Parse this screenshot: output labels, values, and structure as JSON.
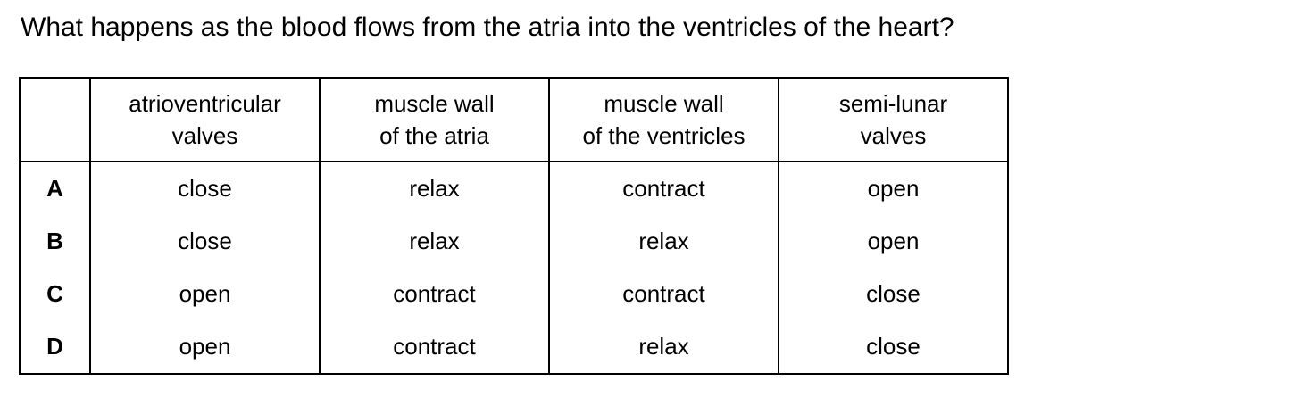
{
  "question": "What happens as the blood flows from the atria into the ventricles of the heart?",
  "table": {
    "headers": [
      "",
      "atrioventricular\nvalves",
      "muscle wall\nof the atria",
      "muscle wall\nof the ventricles",
      "semi-lunar\nvalves"
    ],
    "rows": [
      {
        "label": "A",
        "cells": [
          "close",
          "relax",
          "contract",
          "open"
        ]
      },
      {
        "label": "B",
        "cells": [
          "close",
          "relax",
          "relax",
          "open"
        ]
      },
      {
        "label": "C",
        "cells": [
          "open",
          "contract",
          "contract",
          "close"
        ]
      },
      {
        "label": "D",
        "cells": [
          "open",
          "contract",
          "relax",
          "close"
        ]
      }
    ]
  },
  "colors": {
    "text": "#000000",
    "background": "#ffffff",
    "border": "#000000"
  }
}
